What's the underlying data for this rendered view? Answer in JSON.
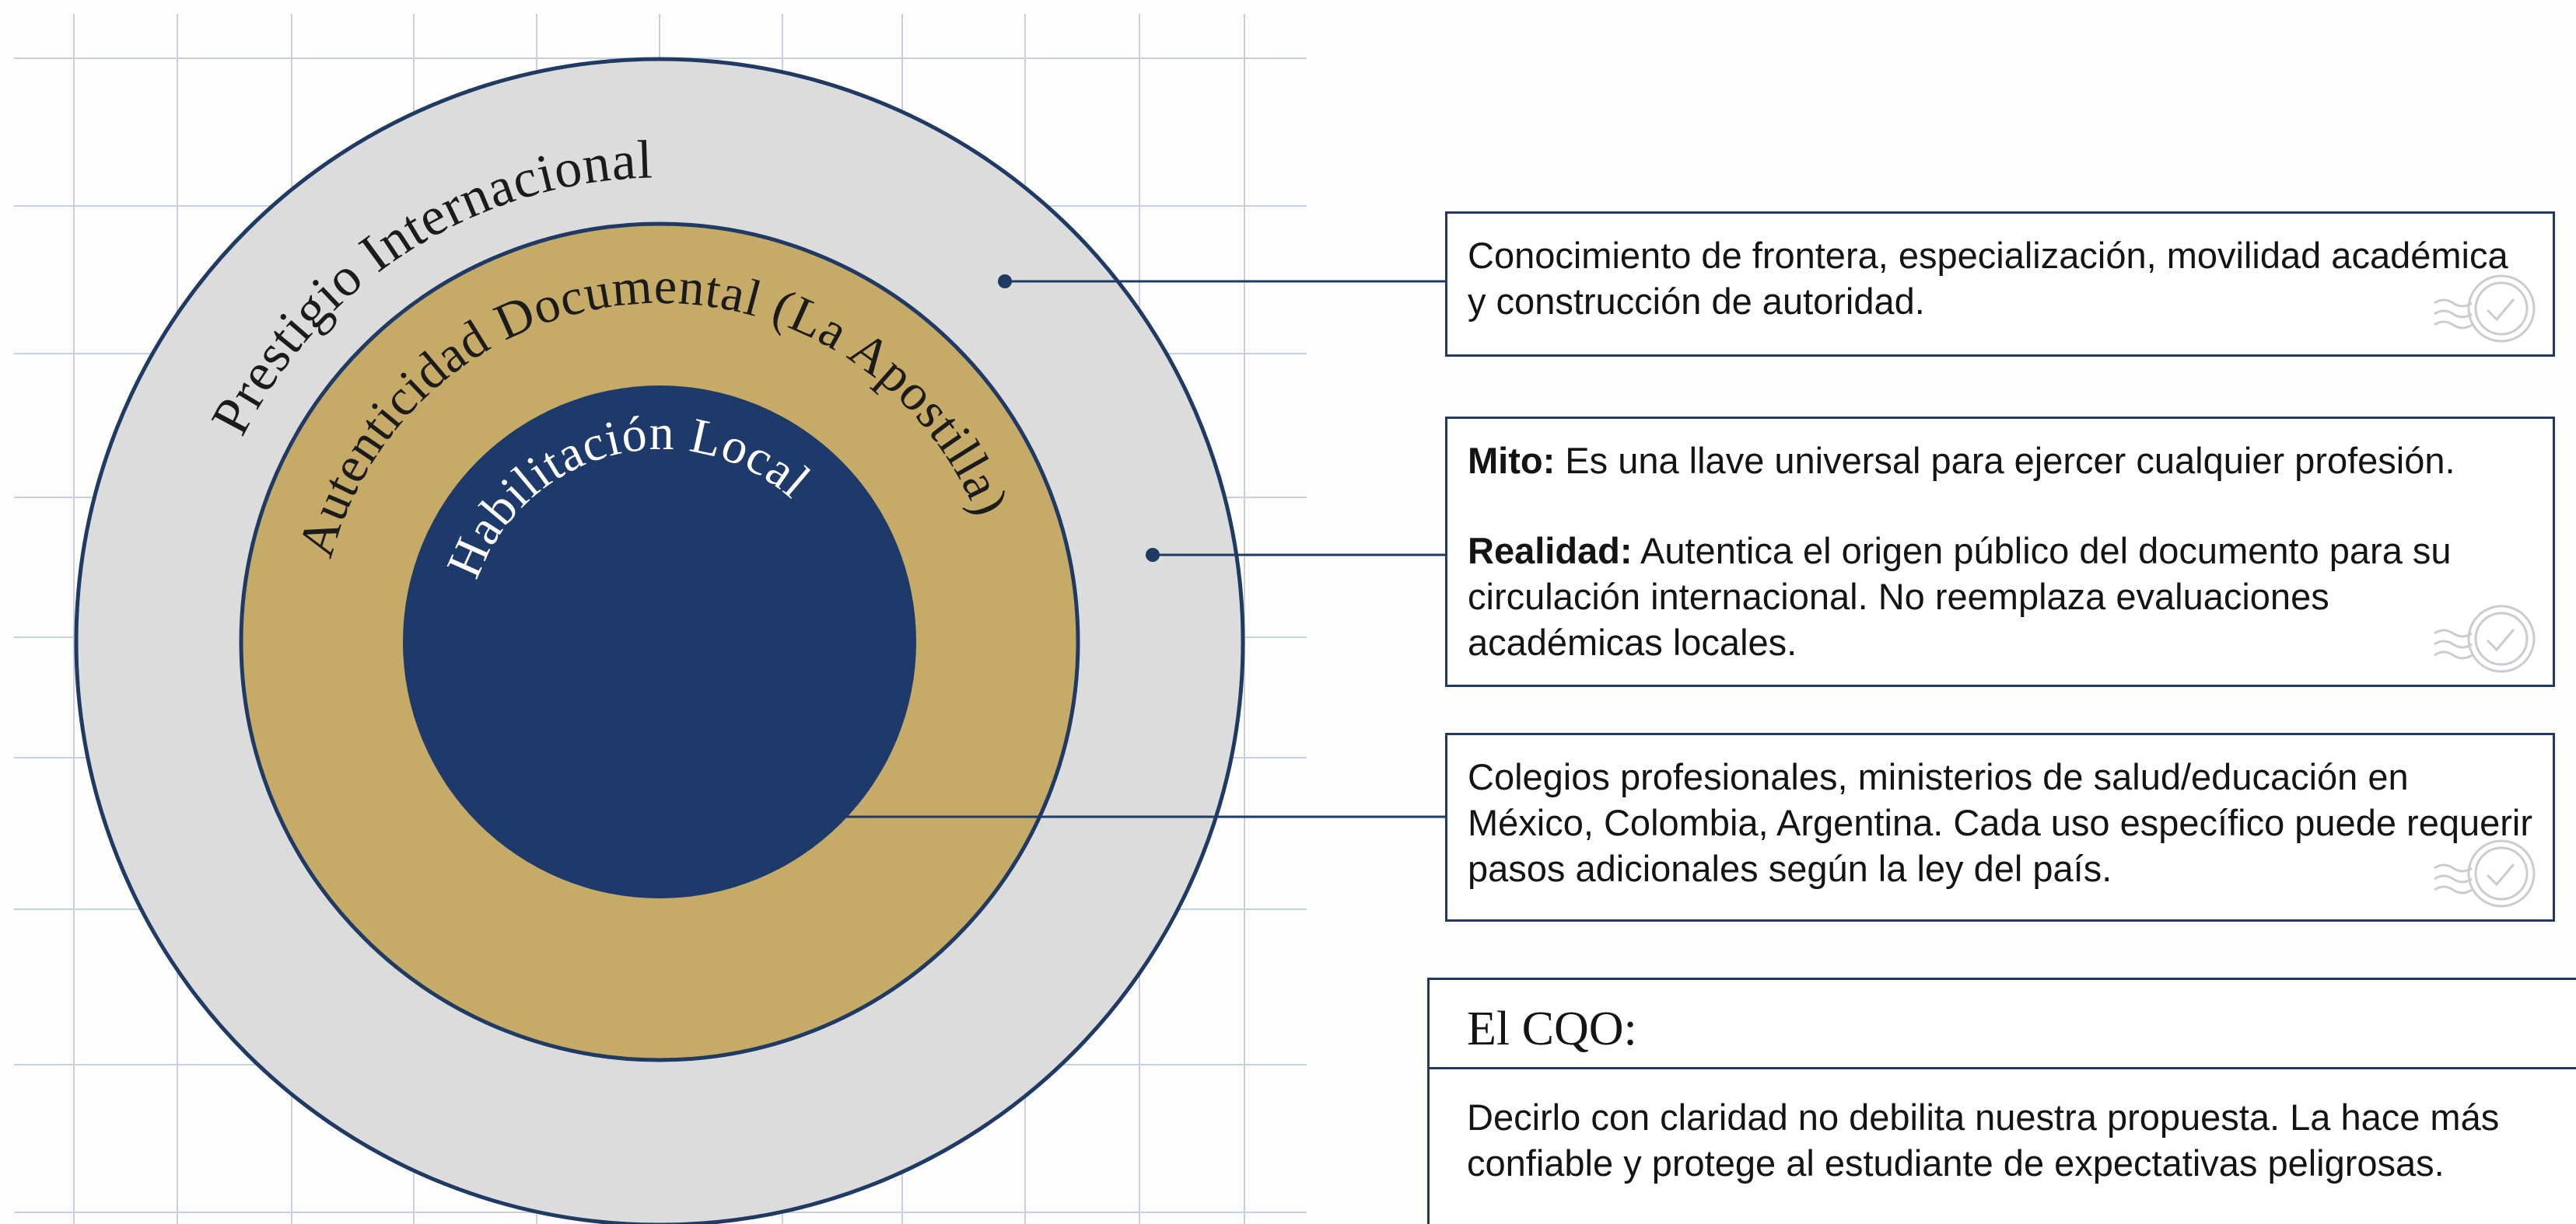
{
  "diagram": {
    "rings": [
      {
        "label": "Prestigio Internacional",
        "color": "#dcdcdd"
      },
      {
        "label": "Autenticidad Documental (La Apostilla)",
        "color": "#c6aa68"
      },
      {
        "label": "Habilitación Local",
        "color": "#1d3a6b"
      }
    ],
    "line_color": "#1f3a63",
    "grid_color": "#c7d0e0"
  },
  "boxes": {
    "box1": {
      "text": "Conocimiento de frontera, especialización, movilidad académica y construcción de autoridad."
    },
    "box2": {
      "myth_label": "Mito:",
      "myth_text": " Es una llave universal para ejercer cualquier profesión.",
      "reality_label": "Realidad:",
      "reality_text": " Autentica el origen público del documento para su circulación internacional. No reemplaza evaluaciones académicas locales."
    },
    "box3": {
      "text": "Colegios profesionales, ministerios de salud/educación en México, Colombia, Argentina. Cada uso específico puede requerir pasos adicionales según la ley del país."
    }
  },
  "cqo": {
    "title": "El CQO:",
    "text": "Decirlo con claridad no debilita nuestra propuesta. La hace más confiable y protege al estudiante de expectativas peligrosas."
  },
  "icons": [
    "stamp-icon"
  ]
}
